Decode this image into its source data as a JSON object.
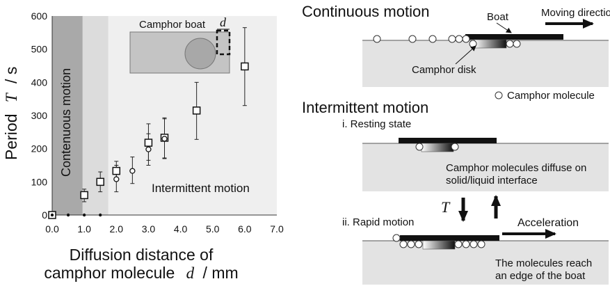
{
  "chart_data": {
    "type": "scatter",
    "xlabel_line1": "Diffusion distance of",
    "xlabel_line2_prefix": "camphor molecule",
    "xlabel_symbol": "d",
    "xlabel_unit": "/ mm",
    "ylabel_prefix": "Period",
    "ylabel_symbol": "T",
    "ylabel_unit": "/ s",
    "xlim": [
      0,
      7
    ],
    "ylim": [
      0,
      600
    ],
    "xticks": [
      "0.0",
      "1.0",
      "2.0",
      "3.0",
      "4.0",
      "5.0",
      "6.0",
      "7.0"
    ],
    "xtick_values": [
      0,
      1,
      2,
      3,
      4,
      5,
      6,
      7
    ],
    "yticks": [
      "0",
      "100",
      "200",
      "300",
      "400",
      "500",
      "600"
    ],
    "ytick_values": [
      0,
      100,
      200,
      300,
      400,
      500,
      600
    ],
    "regions": [
      {
        "label": "Contenuous motion",
        "x_from": 0,
        "x_to": 0.95,
        "color": "#a9a9a9"
      },
      {
        "label": "",
        "x_from": 0.95,
        "x_to": 1.75,
        "color": "#dcdcdc"
      },
      {
        "label": "Intermittent motion",
        "x_from": 1.75,
        "x_to": 7,
        "color": "#efefef"
      }
    ],
    "series": [
      {
        "marker": "square",
        "points": [
          {
            "x": 0.0,
            "y": 0,
            "lo": 0,
            "hi": 0
          },
          {
            "x": 1.0,
            "y": 60,
            "lo": 40,
            "hi": 78
          },
          {
            "x": 1.5,
            "y": 100,
            "lo": 70,
            "hi": 130
          },
          {
            "x": 2.0,
            "y": 133,
            "lo": 108,
            "hi": 162
          },
          {
            "x": 3.0,
            "y": 218,
            "lo": 165,
            "hi": 275
          },
          {
            "x": 3.5,
            "y": 233,
            "lo": 170,
            "hi": 293
          },
          {
            "x": 4.5,
            "y": 315,
            "lo": 228,
            "hi": 400
          },
          {
            "x": 6.0,
            "y": 448,
            "lo": 330,
            "hi": 565
          }
        ]
      },
      {
        "marker": "circle",
        "points": [
          {
            "x": 2.0,
            "y": 108,
            "lo": 70,
            "hi": 150
          },
          {
            "x": 2.5,
            "y": 133,
            "lo": 95,
            "hi": 175
          },
          {
            "x": 3.0,
            "y": 198,
            "lo": 150,
            "hi": 245
          },
          {
            "x": 3.5,
            "y": 230,
            "lo": 172,
            "hi": 290
          }
        ]
      },
      {
        "marker": "dot",
        "points": [
          {
            "x": 0.0,
            "y": 0
          },
          {
            "x": 0.5,
            "y": 0
          },
          {
            "x": 1.0,
            "y": 0
          },
          {
            "x": 1.5,
            "y": 0
          }
        ]
      }
    ],
    "inset_label": "Camphor boat",
    "inset_symbol": "d"
  },
  "diagram": {
    "continuous": {
      "title": "Continuous motion",
      "boat_label": "Boat",
      "direction_label": "Moving direction",
      "disk_label": "Camphor disk",
      "molecule_legend": "Camphor molecule"
    },
    "intermittent": {
      "title": "Intermittent motion",
      "resting_label": "i. Resting state",
      "resting_text_line1": "Camphor molecules diffuse on",
      "resting_text_line2": "solid/liquid interface",
      "period_symbol": "T",
      "rapid_label": "ii. Rapid motion",
      "acceleration_label": "Acceleration",
      "rapid_text_line1": "The molecules reach",
      "rapid_text_line2": "an edge of the boat"
    }
  }
}
